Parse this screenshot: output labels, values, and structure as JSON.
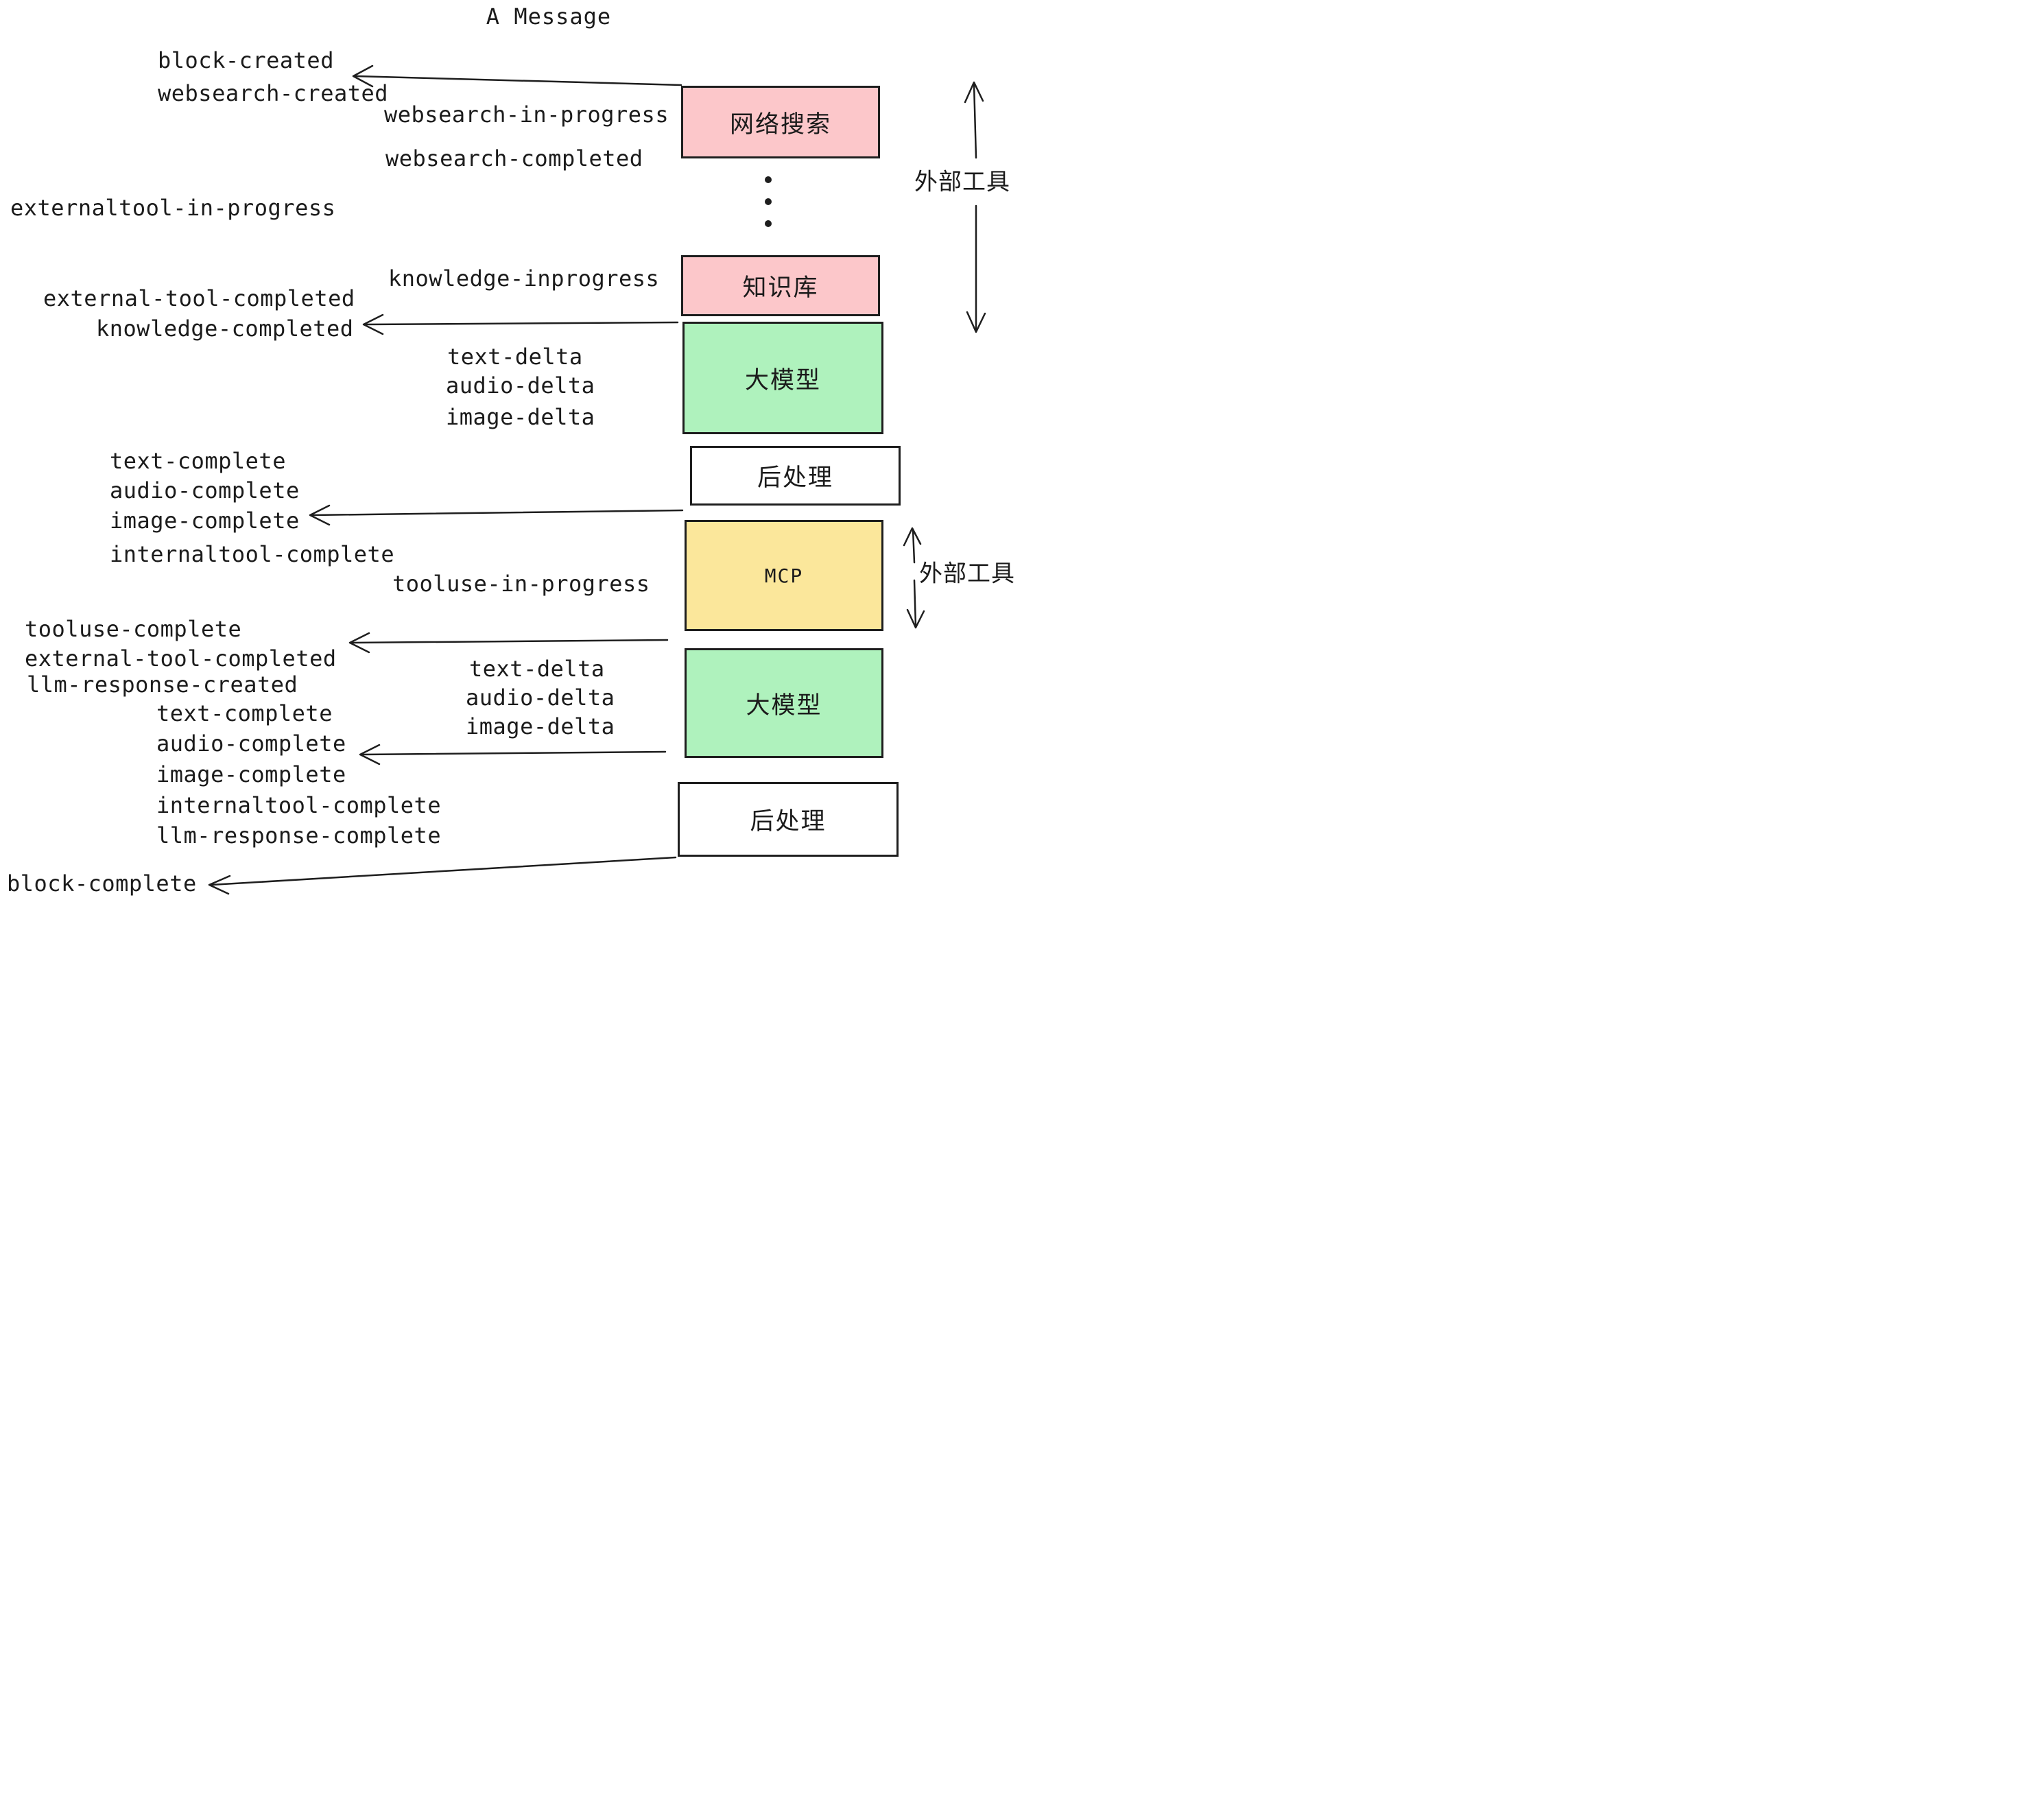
{
  "title": "A Message",
  "colors": {
    "background": "#ffffff",
    "stroke": "#1e1e1e",
    "text": "#1b1b1b",
    "box_pink": "#fcc7ca",
    "box_green": "#aff2bd",
    "box_yellow": "#fbe79b",
    "box_white": "#ffffff"
  },
  "boxes": [
    {
      "id": "websearch",
      "label": "网络搜索",
      "fill": "#fcc7ca"
    },
    {
      "id": "knowledge",
      "label": "知识库",
      "fill": "#fcc7ca"
    },
    {
      "id": "llm-1",
      "label": "大模型",
      "fill": "#aff2bd"
    },
    {
      "id": "postprocess-1",
      "label": "后处理",
      "fill": "#ffffff"
    },
    {
      "id": "mcp",
      "label": "MCP",
      "fill": "#fbe79b"
    },
    {
      "id": "llm-2",
      "label": "大模型",
      "fill": "#aff2bd"
    },
    {
      "id": "postprocess-2",
      "label": "后处理",
      "fill": "#ffffff"
    }
  ],
  "events": [
    {
      "text": "block-created"
    },
    {
      "text": "websearch-created"
    },
    {
      "text": "websearch-in-progress"
    },
    {
      "text": "websearch-completed"
    },
    {
      "text": "externaltool-in-progress"
    },
    {
      "text": "knowledge-inprogress"
    },
    {
      "text": "external-tool-completed"
    },
    {
      "text": "knowledge-completed"
    },
    {
      "text": "text-delta"
    },
    {
      "text": "audio-delta"
    },
    {
      "text": "image-delta"
    },
    {
      "text": "text-complete"
    },
    {
      "text": "audio-complete"
    },
    {
      "text": "image-complete"
    },
    {
      "text": "internaltool-complete"
    },
    {
      "text": "tooluse-in-progress"
    },
    {
      "text": "tooluse-complete"
    },
    {
      "text": "external-tool-completed"
    },
    {
      "text": "llm-response-created"
    },
    {
      "text": "text-complete"
    },
    {
      "text": "audio-complete"
    },
    {
      "text": "image-complete"
    },
    {
      "text": "internaltool-complete"
    },
    {
      "text": "llm-response-complete"
    },
    {
      "text": "text-delta"
    },
    {
      "text": "audio-delta"
    },
    {
      "text": "image-delta"
    },
    {
      "text": "block-complete"
    }
  ],
  "annotations": [
    {
      "label": "外部工具"
    },
    {
      "label": "外部工具"
    }
  ]
}
